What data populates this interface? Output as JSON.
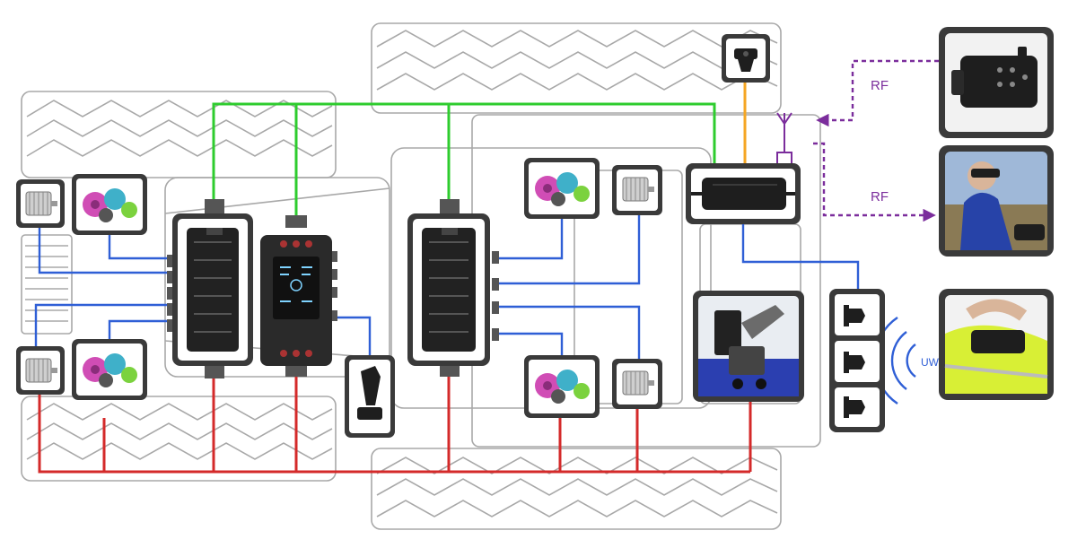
{
  "labels": {
    "rf_top": "RF",
    "rf_bottom": "RF",
    "uw": "UW"
  },
  "colors": {
    "power": "#d42a2a",
    "can_bus": "#2ecc2e",
    "signal": "#2f5fd6",
    "video": "#f5a623",
    "radio": "#7b2d9c",
    "chassis": "#a8a8a8",
    "frame": "#3a3a3a",
    "uw_waves": "#2f5fd6"
  }
}
